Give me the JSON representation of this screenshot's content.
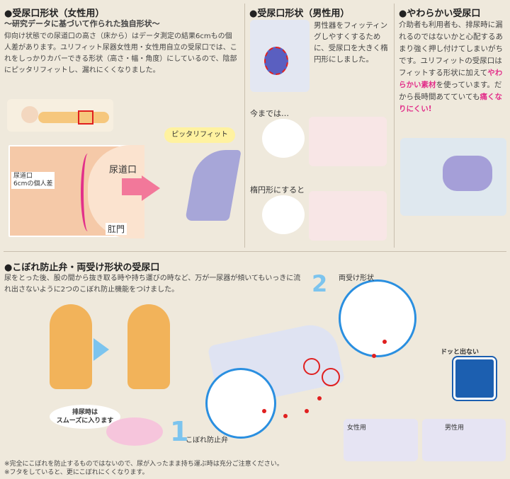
{
  "female": {
    "title": "●受尿口形状（女性用）",
    "subtitle": "～研究データに基づいて作られた独自形状～",
    "body": "仰向け状態での尿道口の高さ（床から）はデータ測定の結果6cmもの個人差があります。ユリフィット尿器女性用・女性用自立の受尿口では、これをしっかりカバーできる形状（高さ・幅・角度）にしているので、陰部にピッタリフィットし、漏れにくくなりました。",
    "label_fit": "ピッタリフィット",
    "label_urethra": "尿道口",
    "label_anus": "肛門",
    "legend_line1": "尿道口",
    "legend_line2": "6cmの個人差"
  },
  "male": {
    "title": "●受尿口形状（男性用）",
    "body": "男性器をフィッティングしやすくするために、受尿口を大きく楕円形にしました。",
    "before": "今までは…",
    "after": "楕円形にすると"
  },
  "soft": {
    "title": "●やわらかい受尿口",
    "body_1": "介助者も利用者も、排尿時に漏れるのではないかと心配するあまり強く押し付けてしまいがちです。ユリフィットの受尿口はフィットする形状に加えて",
    "body_pink1": "やわらかい素材",
    "body_2": "を使っています。だから長時間あてていても",
    "body_pink2": "痛くなりにくい!"
  },
  "spill": {
    "title": "●こぼれ防止弁・両受け形状の受尿口",
    "body": "尿をとった後、股の間から抜き取る時や持ち運びの時など、万が一尿器が傾いてもいっきに流れ出さないように2つのこぼれ防止機能をつけました。",
    "num2": "2",
    "label2": "両受け形状",
    "num1": "1",
    "label1": "こぼれ防止弁",
    "bubble": "排尿時は\nスムーズに入ります",
    "no_gush": "ドッと出ない",
    "female_label": "女性用",
    "male_label": "男性用"
  },
  "notes": [
    "※完全にこぼれを防止するものではないので、尿が入ったまま持ち運ぶ時は充分ご注意ください。",
    "※フタをしていると、更にこぼれにくくなります。"
  ]
}
